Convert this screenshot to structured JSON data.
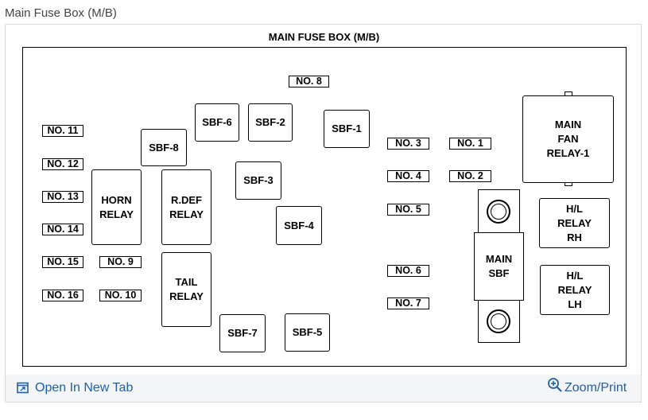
{
  "page": {
    "title": "Main Fuse Box (M/B)"
  },
  "diagram": {
    "title": "MAIN FUSE BOX (M/B)",
    "fuse_labels": {
      "no8": "NO. 8",
      "no11": "NO. 11",
      "no12": "NO. 12",
      "no13": "NO. 13",
      "no14": "NO. 14",
      "no15": "NO. 15",
      "no16": "NO. 16",
      "no9": "NO. 9",
      "no10": "NO. 10",
      "no3": "NO. 3",
      "no1": "NO. 1",
      "no4": "NO. 4",
      "no2": "NO. 2",
      "no5": "NO. 5",
      "no6": "NO. 6",
      "no7": "NO. 7"
    },
    "sbf": {
      "sbf1": "SBF-1",
      "sbf2": "SBF-2",
      "sbf3": "SBF-3",
      "sbf4": "SBF-4",
      "sbf5": "SBF-5",
      "sbf6": "SBF-6",
      "sbf7": "SBF-7",
      "sbf8": "SBF-8"
    },
    "relays": {
      "horn": "HORN\nRELAY",
      "rdef": "R.DEF\nRELAY",
      "tail": "TAIL\nRELAY",
      "main_fan": "MAIN\nFAN\nRELAY-1",
      "hl_rh": "H/L\nRELAY\nRH",
      "hl_lh": "H/L\nRELAY\nLH"
    },
    "main_sbf": "MAIN\nSBF"
  },
  "footer": {
    "open_new_tab": "Open In New Tab",
    "zoom_print": "Zoom/Print"
  },
  "colors": {
    "link": "#1e5fa8",
    "footer_bg": "#f4f5f6"
  },
  "icons": {
    "open_tab": "open-new-tab-icon",
    "zoom": "zoom-icon"
  }
}
